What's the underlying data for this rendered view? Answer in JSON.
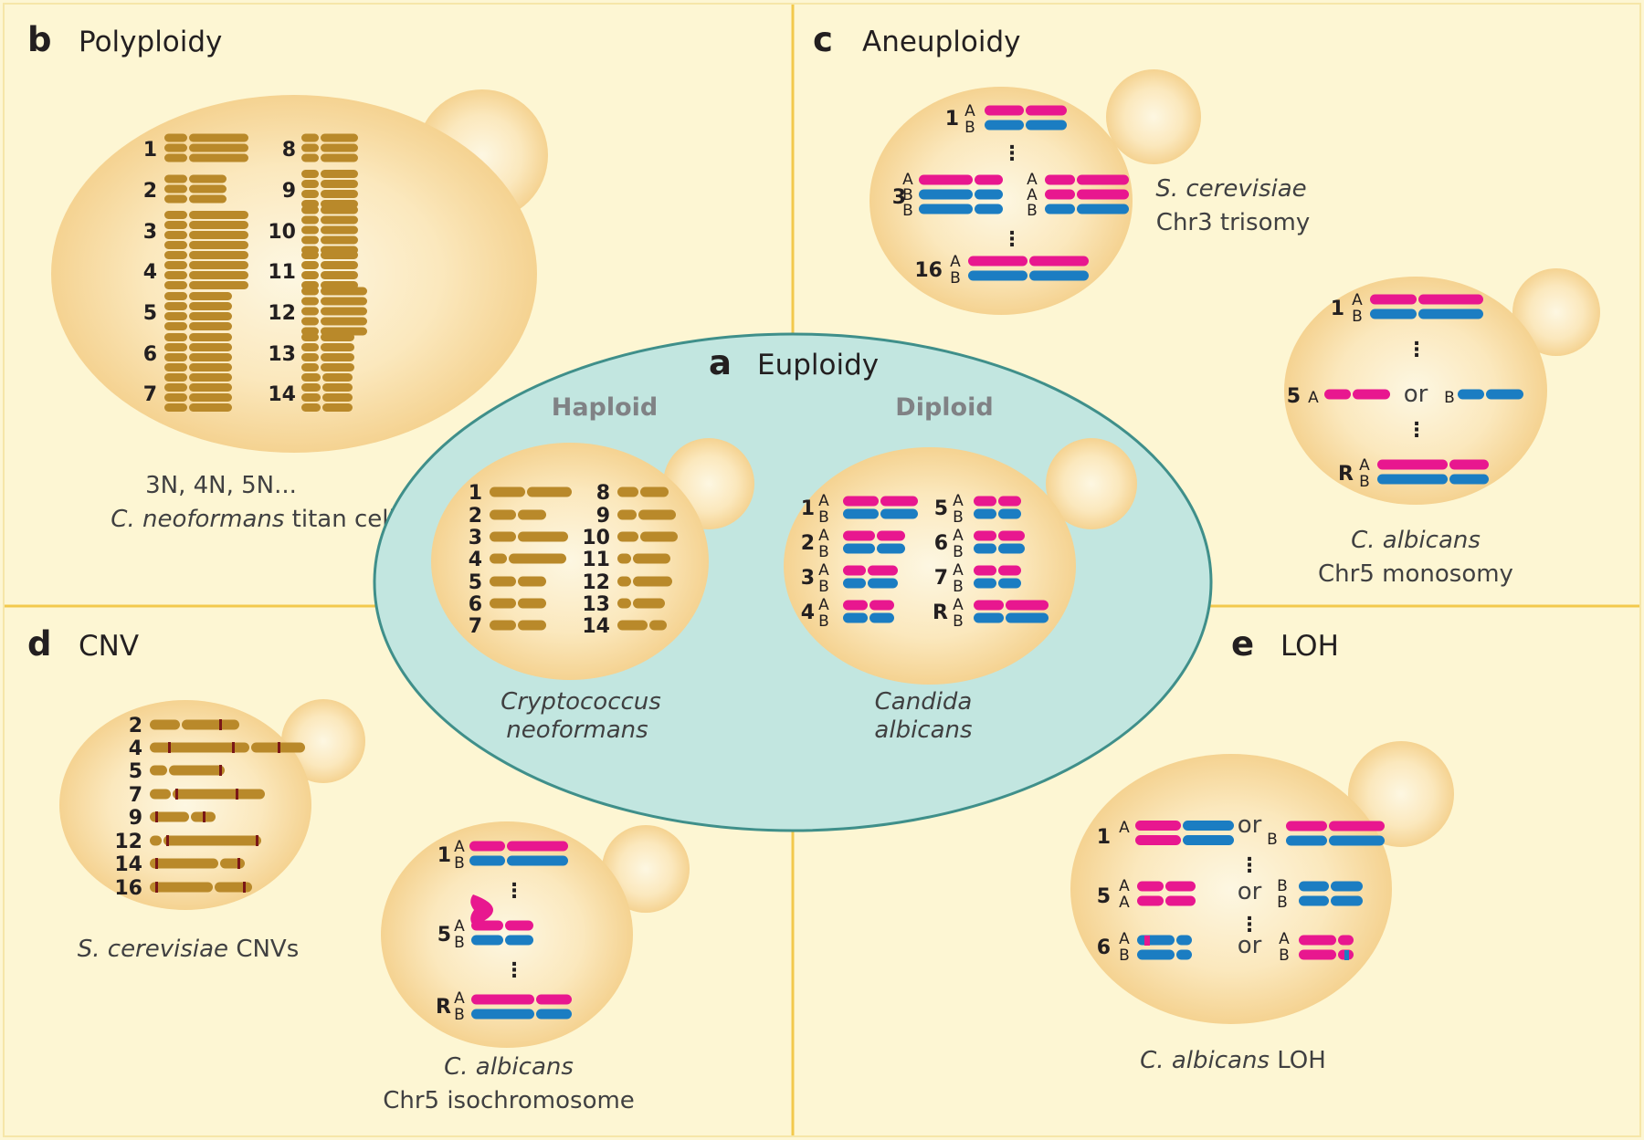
{
  "colors": {
    "background": "#fdf6d3",
    "divider": "#f2c94c",
    "cell": "#f6d28f",
    "cell_center": "#fdf7e2",
    "euploid_oval": "#c2e6e0",
    "euploid_border": "#3f8f8a",
    "chromosome": "#b9892a",
    "allele_a": "#e8178f",
    "allele_b": "#1b7dc2",
    "marker": "#7a1717"
  },
  "panels": {
    "a": {
      "label": "a",
      "title": "Euploidy",
      "haploid": "Haploid",
      "diploid": "Diploid",
      "haploid_species": [
        "Cryptococcus",
        "neoformans"
      ],
      "diploid_species": [
        "Candida",
        "albicans"
      ],
      "haploid_chr_left": [
        "1",
        "2",
        "3",
        "4",
        "5",
        "6",
        "7"
      ],
      "haploid_chr_right": [
        "8",
        "9",
        "10",
        "11",
        "12",
        "13",
        "14"
      ],
      "diploid_chr_left": [
        "1",
        "2",
        "3",
        "4"
      ],
      "diploid_chr_right": [
        "5",
        "6",
        "7",
        "R"
      ]
    },
    "b": {
      "label": "b",
      "title": "Polyploidy",
      "ploidy": "3N, 4N, 5N...",
      "species": "C. neoformans",
      "suffix": " titan cell",
      "chr_left": [
        "1",
        "2",
        "3",
        "4",
        "5",
        "6",
        "7"
      ],
      "chr_right": [
        "8",
        "9",
        "10",
        "11",
        "12",
        "13",
        "14"
      ]
    },
    "c": {
      "label": "c",
      "title": "Aneuploidy",
      "sc_chr": [
        "1",
        "3",
        "16"
      ],
      "sc_species": "S. cerevisiae",
      "sc_caption": "Chr3 trisomy",
      "ca_chr": [
        "1",
        "5",
        "R"
      ],
      "ca_species": "C. albicans",
      "ca_caption": "Chr5 monosomy",
      "or": "or"
    },
    "d": {
      "label": "d",
      "title": "CNV",
      "sc_chr": [
        "2",
        "4",
        "5",
        "7",
        "9",
        "12",
        "14",
        "16"
      ],
      "sc_species": "S. cerevisiae",
      "sc_suffix": " CNVs",
      "iso_chr": [
        "1",
        "5",
        "R"
      ],
      "iso_species": "C. albicans",
      "iso_caption": "Chr5 isochromosome"
    },
    "e": {
      "label": "e",
      "title": "LOH",
      "chr": [
        "1",
        "5",
        "6"
      ],
      "or": "or",
      "species": "C. albicans",
      "suffix": " LOH"
    }
  },
  "alleles": {
    "a": "A",
    "b": "B",
    "dots": "⋮"
  }
}
